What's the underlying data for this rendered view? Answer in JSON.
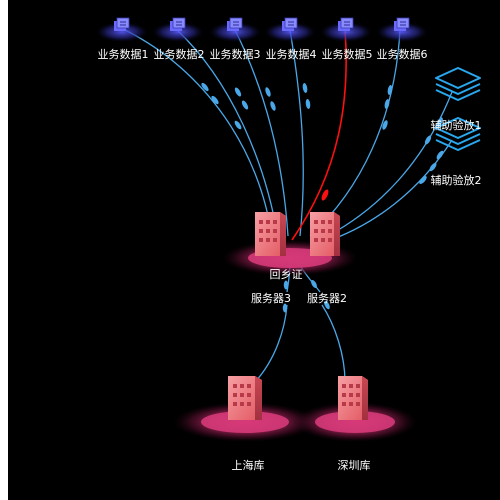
{
  "diagram": {
    "data_sources": [
      {
        "label": "业务数据1"
      },
      {
        "label": "业务数据2"
      },
      {
        "label": "业务数据3"
      },
      {
        "label": "业务数据4"
      },
      {
        "label": "业务数据5"
      },
      {
        "label": "业务数据6"
      }
    ],
    "aux_nodes": [
      {
        "label": "辅助验放1"
      },
      {
        "label": "辅助验放2"
      }
    ],
    "hub": {
      "label": "回乡证"
    },
    "servers": [
      {
        "label": "服务器3"
      },
      {
        "label": "服务器2"
      }
    ],
    "stores": [
      {
        "label": "上海库"
      },
      {
        "label": "深圳库"
      }
    ],
    "colors": {
      "background": "#000000",
      "link": "#4aa8e8",
      "link_highlight": "#ff1010",
      "node_building": "#e8606a",
      "node_glow": "#d0306a",
      "data_icon": "#6a6aff",
      "aux_icon": "#29a8ee",
      "label": "#ffffff"
    },
    "icons": {
      "data_source": "database-stack-icon",
      "aux": "layer-stack-icon",
      "hub": "building-icon",
      "server": "building-icon",
      "store": "building-icon"
    }
  }
}
